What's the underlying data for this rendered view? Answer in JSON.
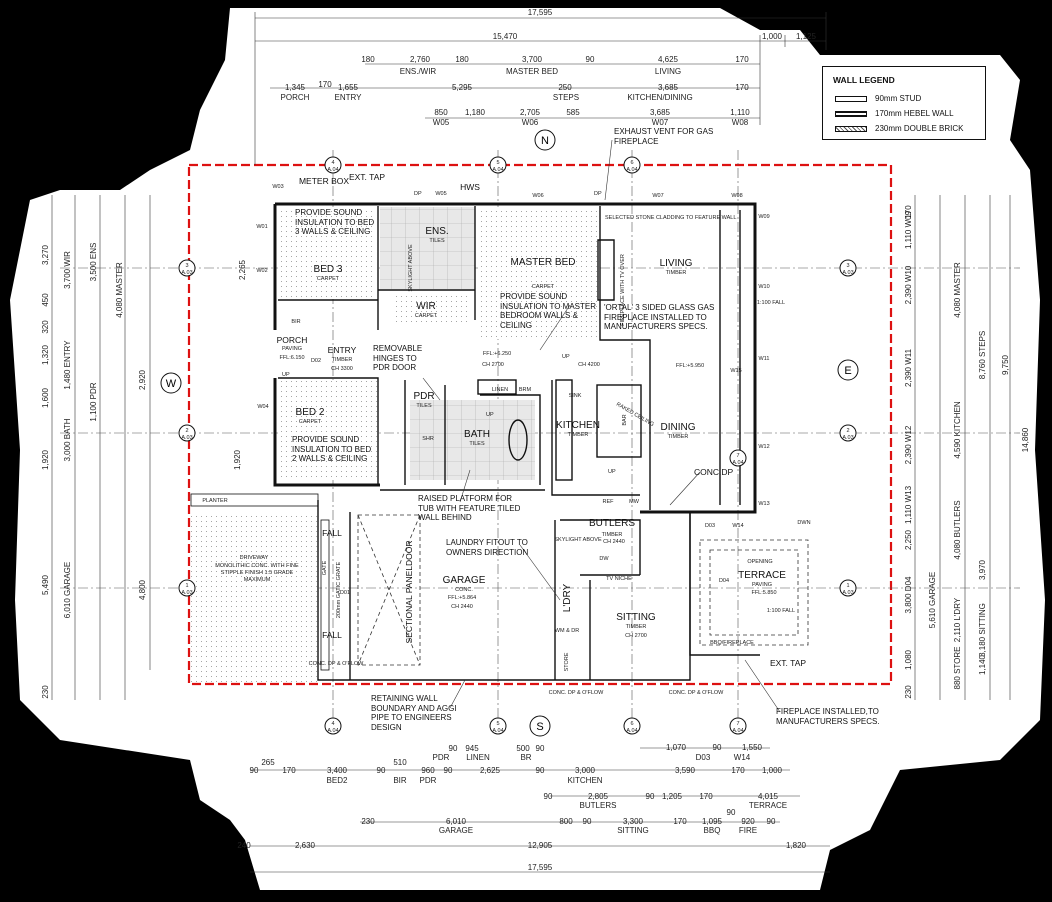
{
  "compass": {
    "north": "N",
    "south": "S",
    "east": "E",
    "west": "W"
  },
  "legend": {
    "title": "WALL LEGEND",
    "items": [
      "90mm STUD",
      "170mm HEBEL WALL",
      "230mm DOUBLE BRICK"
    ]
  },
  "top_dims": {
    "overall": "17,595",
    "row2": [
      "15,470",
      "1,000",
      "1,125"
    ],
    "row3": [
      "180",
      "2,760",
      "180",
      "3,700",
      "90",
      "4,625",
      "170"
    ],
    "row3_labels": [
      "ENS./WIR",
      "MASTER BED",
      "LIVING"
    ],
    "row4": [
      "1,345",
      "170",
      "1,655",
      "5,295",
      "250",
      "3,685",
      "170"
    ],
    "row4_labels": [
      "PORCH",
      "ENTRY",
      "STEPS",
      "KITCHEN/DINING"
    ],
    "row5": [
      "850",
      "1,180",
      "2,705",
      "585",
      "3,685",
      "1,110"
    ],
    "row5_labels": [
      "W05",
      "W06",
      "W07",
      "W08"
    ]
  },
  "bottom_dims": {
    "row1": [
      "1,070",
      "90",
      "1,550"
    ],
    "row1_labels": [
      "D03",
      "W14"
    ],
    "row2": [
      "90",
      "265",
      "170",
      "3,400",
      "90",
      "510",
      "960",
      "90",
      "2,625",
      "90",
      "3,000",
      "3,590",
      "170",
      "1,000"
    ],
    "row2_labels": [
      "BED2",
      "BIR",
      "PDR",
      "KITCHEN"
    ],
    "row2b": [
      "90",
      "945",
      "500",
      "90"
    ],
    "row2b_labels": [
      "PDR",
      "LINEN",
      "BR"
    ],
    "row3": [
      "90",
      "2,805",
      "90",
      "1,205",
      "170",
      "4,015"
    ],
    "row3_labels": [
      "BUTLERS",
      "TERRACE"
    ],
    "row4": [
      "230",
      "6,010",
      "800",
      "90",
      "3,300",
      "170",
      "1,095",
      "90",
      "920",
      "90"
    ],
    "row4_labels": [
      "GARAGE",
      "SITTING",
      "BBQ",
      "FIRE"
    ],
    "row5": [
      "240",
      "2,630",
      "12,905",
      "1,820"
    ],
    "overall": "17,595"
  },
  "left_dims": {
    "outer": [
      "3,270",
      "450",
      "320",
      "1,320",
      "1,600",
      "1,920",
      "5,490",
      "230"
    ],
    "labels": [
      "3,700 WIR",
      "3,500 ENS",
      "1,480 ENTRY",
      "1,100 PDR",
      "3,000 BATH",
      "6,010 GARAGE",
      "4,800",
      "2,920",
      "4,080 MASTER",
      "1,920",
      "2,265"
    ]
  },
  "right_dims": {
    "inner": [
      "170",
      "1,110 W09",
      "2,390 W10",
      "2,390 W11",
      "2,390 W12",
      "1,110 W13",
      "2,250",
      "3,800 D04",
      "1,080",
      "230"
    ],
    "labels": [
      "4,080 MASTER",
      "8,760 STEPS",
      "4,590 KITCHEN",
      "4,080 BUTLERS",
      "3,970",
      "5,610 GARAGE",
      "2,110 L'DRY",
      "3,180 SITTING",
      "880 STORE",
      "1,140"
    ],
    "outer": [
      "9,750",
      "14,860"
    ]
  },
  "rooms": {
    "bed3": "BED 3",
    "bed3_floor": "CARPET",
    "ens": "ENS.",
    "ens_floor": "TILES",
    "master": "MASTER BED",
    "master_floor": "CARPET",
    "wir": "WIR",
    "wir_floor": "CARPET",
    "living": "LIVING",
    "living_floor": "TIMBER",
    "bed2": "BED 2",
    "bed2_floor": "CARPET",
    "pdr": "PDR",
    "pdr_floor": "TILES",
    "bath": "BATH",
    "bath_floor": "TILES",
    "kitchen": "KITCHEN",
    "kitchen_floor": "TIMBER",
    "dining": "DINING",
    "dining_floor": "TIMBER",
    "butlers": "BUTLERS",
    "butlers_floor": "TIMBER",
    "garage": "GARAGE",
    "garage_floor": "CONC.",
    "sitting": "SITTING",
    "sitting_floor": "TIMBER",
    "terrace": "TERRACE",
    "terrace_floor": "PAVING",
    "ldry": "L'DRY",
    "porch": "PORCH",
    "porch_floor": "PAVING",
    "entry": "ENTRY",
    "entry_floor": "TIMBER",
    "driveway": "DRIVEWAY",
    "driveway_note": "MONOLITHIC CONC. WITH FINE STIPPLE FINISH 1:5 GRADE MAXIMUM",
    "planter": "PLANTER",
    "bir": "BIR",
    "linen": "LINEN",
    "brm": "BRM",
    "shr": "SHR",
    "store": "STORE",
    "bar": "BAR",
    "sink": "SINK",
    "dw": "DW",
    "ref": "REF",
    "mw": "MW",
    "wm_dr": "WM & DR",
    "tv_niche": "TV NICHE",
    "bbq_fireplace": "BBQ/FIREPLACE"
  },
  "levels": {
    "ffl_6250": "FFL:+6.250",
    "ffl_5950": "FFL:+5.950",
    "ffl_6150": "FFL:6.150",
    "ffl_5864": "FFL:+5.864",
    "ffl_5850": "FFL:5.850",
    "ch3300": "CH 3300",
    "ch2700": "CH 2700",
    "ch4200": "CH 4200",
    "ch2440": "CH 2440",
    "ch2440b": "CH 2440",
    "ch2700b": "CH 2700"
  },
  "notes": {
    "sound_bed3": "PROVIDE SOUND INSULATION TO BED 3 WALLS & CEILING",
    "sound_master": "PROVIDE SOUND INSULATION TO MASTER BEDROOM WALLS & CEILING",
    "sound_bed2": "PROVIDE SOUND INSULATION TO BED 2 WALLS & CEILING",
    "exhaust": "EXHAUST VENT FOR GAS FIREPLACE",
    "ortal": "'ORTAL' 3 SIDED GLASS GAS FIREPLACE INSTALLED TO MANUFACTURERS SPECS.",
    "hinges": "REMOVABLE HINGES TO PDR DOOR",
    "platform": "RAISED PLATFORM FOR TUB WITH FEATURE TILED WALL BEHIND",
    "laundry": "LAUNDRY FITOUT TO OWNERS DIRECTION",
    "retaining": "RETAINING WALL BOUNDARY AND AGGI PIPE TO ENGINEERS DESIGN",
    "fireplace": "FIREPLACE INSTALLED,TO MANUFACTURERS SPECS.",
    "cladding": "SELECTED STONE CLADDING TO FEATURE WALL",
    "fireplace_tv": "FIREPLACE WITH TV OVER",
    "meter": "METER BOX",
    "ext_tap": "EXT. TAP",
    "ext_tap2": "EXT. TAP",
    "hws": "HWS",
    "conc_dp": "CONC.DP",
    "conc_dp_oflow1": "CONC. DP & O'FLOW",
    "conc_dp_oflow2": "CONC. DP & O'FLOW",
    "conc_dp_oflow3": "CONC. DP & O'FLOW",
    "sectional": "SECTIONAL PANELDOOR",
    "grate": "200mm GATIC GRATE",
    "fall1": "FALL",
    "fall2": "FALL",
    "fall3": "1:100 FALL",
    "fall4": "1:100 FALL",
    "skylight": "SKYLIGHT ABOVE",
    "skylight2": "SKYLIGHT ABOVE",
    "up1": "UP",
    "up2": "UP",
    "up3": "UP",
    "up4": "UP",
    "dwn": "DWN",
    "opening": "OPENING",
    "raked": "RAKED CEILING",
    "dp1": "DP",
    "dp2": "DP",
    "gate": "GATE"
  },
  "windows": [
    "W01",
    "W02",
    "W03",
    "W04",
    "W05",
    "W06",
    "W07",
    "W08",
    "W09",
    "W10",
    "W11",
    "W12",
    "W13",
    "W14",
    "W15",
    "D01",
    "D02",
    "D03",
    "D04"
  ],
  "section_markers": [
    {
      "num": "1",
      "sheet": "A.03"
    },
    {
      "num": "2",
      "sheet": "A.03"
    },
    {
      "num": "3",
      "sheet": "A.03"
    },
    {
      "num": "4",
      "sheet": "A.04"
    },
    {
      "num": "5",
      "sheet": "A.04"
    },
    {
      "num": "6",
      "sheet": "A.04"
    },
    {
      "num": "7",
      "sheet": "A.04"
    }
  ]
}
